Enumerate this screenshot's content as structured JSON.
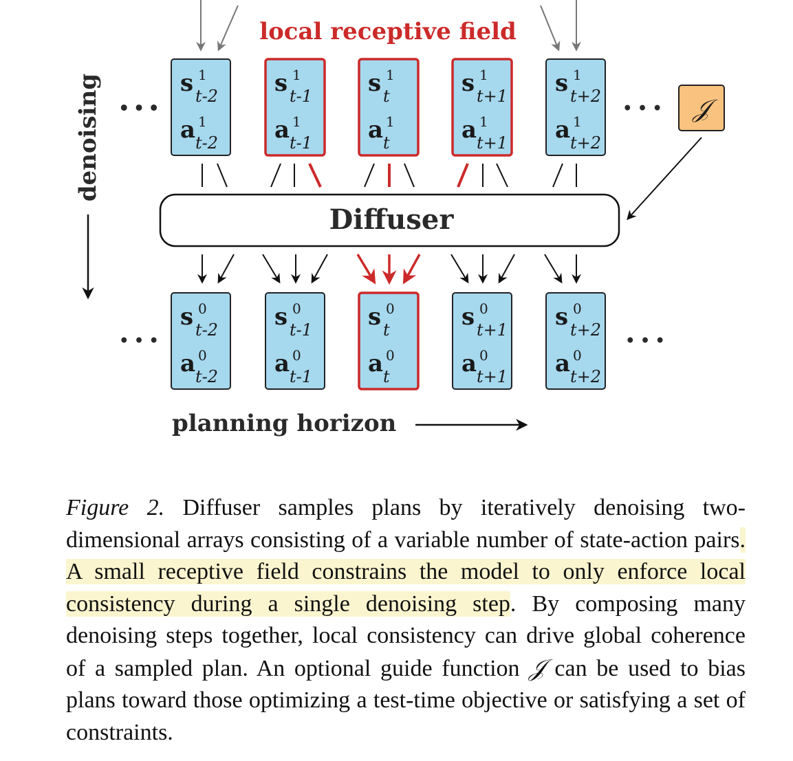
{
  "figure": {
    "receptive_field_label": "local receptive field",
    "denoising_label": "denoising",
    "planning_label": "planning horizon",
    "model_label": "Diffuser",
    "guide_symbol": "𝒥",
    "state_symbol": "s",
    "action_symbol": "a",
    "upper_superscript": "1",
    "lower_superscript": "0",
    "ellipsis": "• • •",
    "timesteps": [
      "t-2",
      "t-1",
      "t",
      "t+1",
      "t+2"
    ],
    "upper_highlighted": [
      false,
      true,
      true,
      true,
      false
    ],
    "lower_highlighted": [
      false,
      false,
      true,
      false,
      false
    ],
    "colors": {
      "cell_fill": "#a6d8ee",
      "highlight_red": "#cc2a2a",
      "guide_fill": "#f9c27f",
      "label_dark": "#2a2a2a"
    }
  },
  "caption": {
    "label": "Figure 2.",
    "part1": " Diffuser samples plans by iteratively denoising two-dimensional arrays consisting of a variable number of state-action pairs",
    "highlight": ". A small receptive field constrains the model to only enforce local consistency during a single denoising step",
    "part2": ". By composing many denoising steps together, local consistency can drive global coherence of a sampled plan. An optional guide function ",
    "guide_symbol": "𝒥",
    "part3": " can be used to bias plans toward those optimizing a test-time objective or satisfying a set of constraints."
  }
}
